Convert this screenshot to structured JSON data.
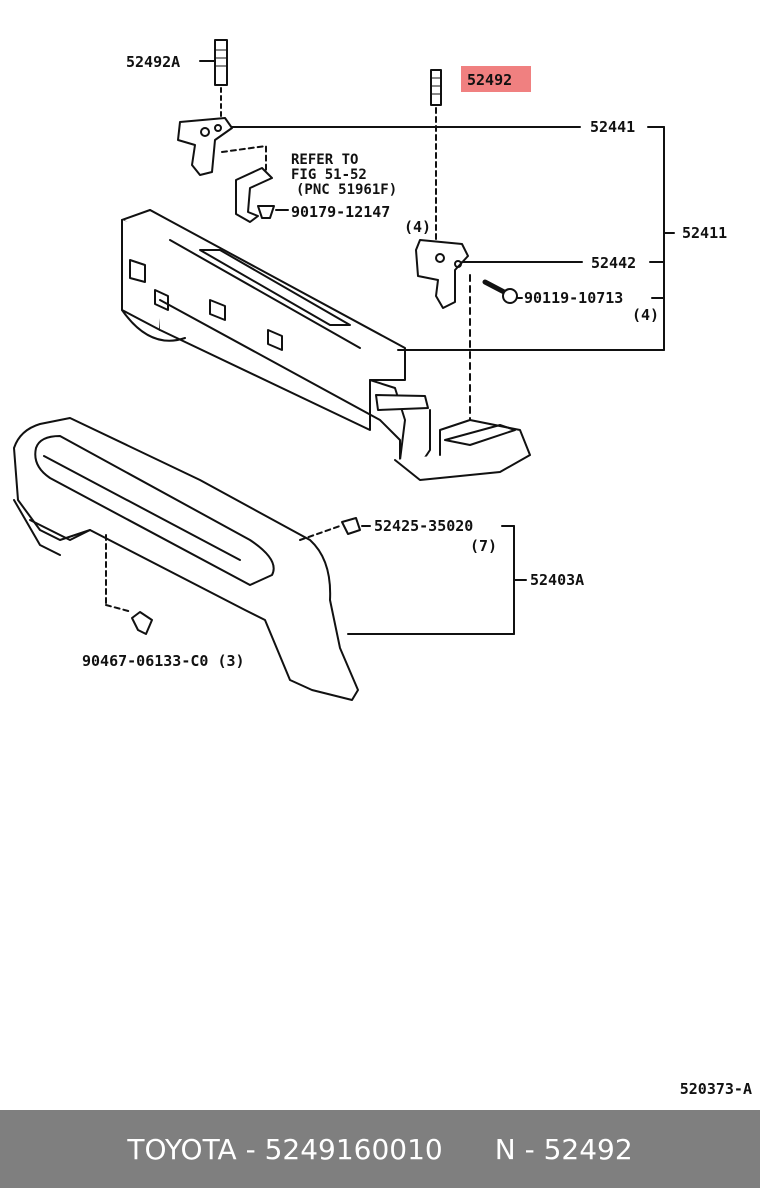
{
  "labels": {
    "p52492A": "52492A",
    "p52492": "52492",
    "p52441": "52441",
    "refer1": "REFER TO",
    "refer2": "FIG 51-52",
    "refer3": "(PNC 51961F)",
    "p90179": "90179-12147",
    "qty4a": "(4)",
    "p52411": "52411",
    "p52442": "52442",
    "p90119": "90119-10713",
    "qty4b": "(4)",
    "p52425": "52425-35020",
    "qty7": "(7)",
    "p52403A": "52403A",
    "p90467": "90467-06133-C0 (3)"
  },
  "highlight_color": "#f08080",
  "figure_code": "520373-A",
  "footer": {
    "left": "TOYOTA - 5249160010",
    "right": "N - 52492"
  }
}
